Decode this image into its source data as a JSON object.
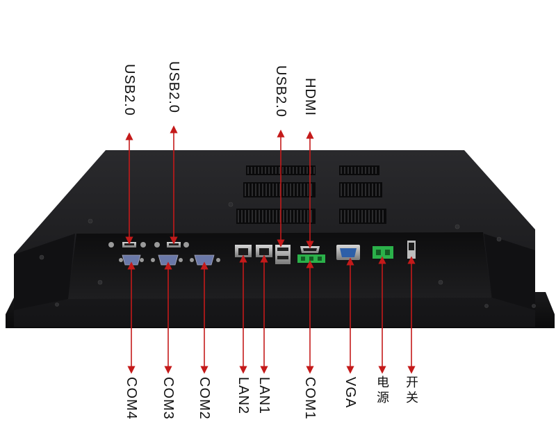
{
  "labels_top": {
    "usb_a": "USB2.0",
    "usb_b": "USB2.0",
    "usb_c": "USB2.0",
    "hdmi": "HDMI"
  },
  "labels_bottom": {
    "com4": "COM4",
    "com3": "COM3",
    "com2": "COM2",
    "lan2": "LAN2",
    "lan1": "LAN1",
    "com1": "COM1",
    "vga": "VGA",
    "power": "电源",
    "switch": "开关"
  },
  "colors": {
    "body": "#1c1c1e",
    "arrow": "#c41a1a",
    "terminal_green": "#2bb14a",
    "vga_blue": "#2e5fa8"
  }
}
